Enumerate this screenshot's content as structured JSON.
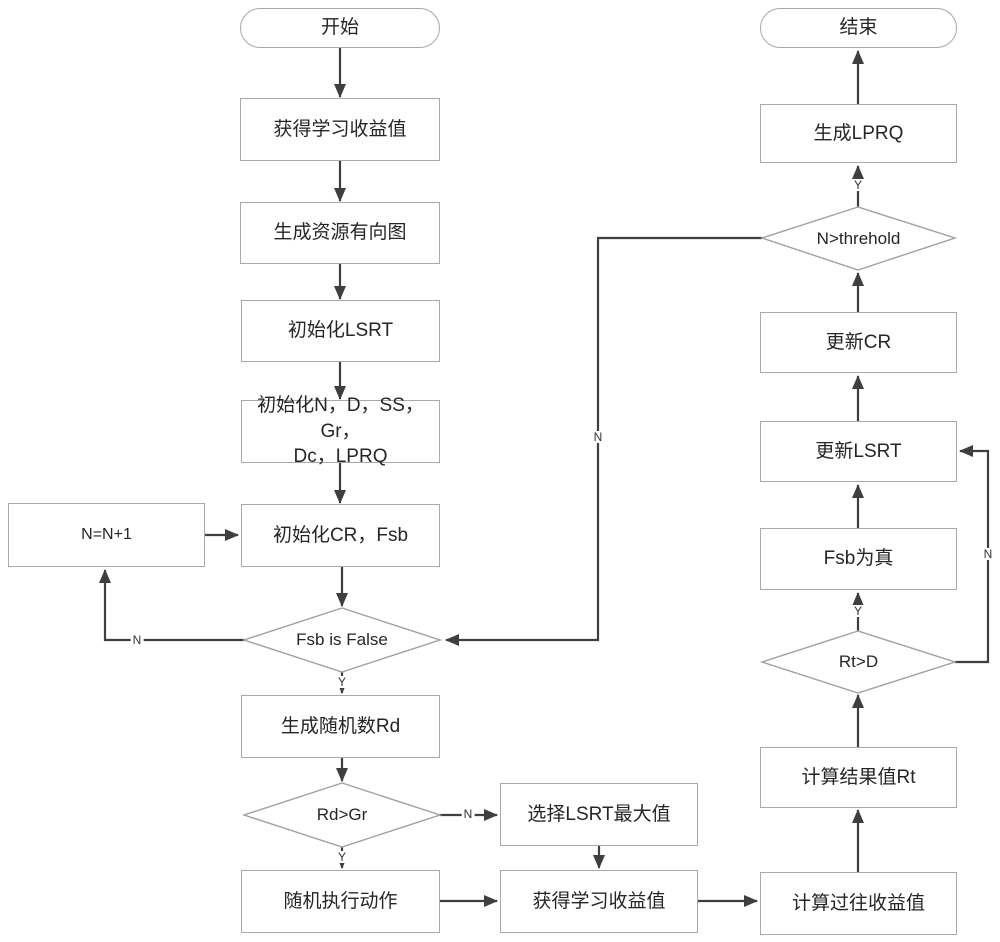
{
  "colors": {
    "background": "#ffffff",
    "box_border": "#a9a9a9",
    "box_fill": "#ffffff",
    "arrow": "#3f3f3f",
    "text": "#262626"
  },
  "nodes": {
    "start": {
      "label": "开始"
    },
    "obtain_gain_1": {
      "label": "获得学习收益值"
    },
    "gen_resource_graph": {
      "label": "生成资源有向图"
    },
    "init_lsrt": {
      "label": "初始化LSRT"
    },
    "init_vars": {
      "label_line1": "初始化N，D，SS，Gr，",
      "label_line2": "Dc，LPRQ"
    },
    "init_cr_fsb": {
      "label": "初始化CR，Fsb"
    },
    "n_incr": {
      "label": "N=N+1"
    },
    "fsb_is_false": {
      "label": "Fsb is False"
    },
    "gen_random_rd": {
      "label": "生成随机数Rd"
    },
    "rd_gt_gr": {
      "label": "Rd>Gr"
    },
    "random_action": {
      "label": "随机执行动作"
    },
    "select_lsrt_max": {
      "label": "选择LSRT最大值"
    },
    "obtain_gain_2": {
      "label": "获得学习收益值"
    },
    "calc_past_gain": {
      "label": "计算过往收益值"
    },
    "calc_result_rt": {
      "label": "计算结果值Rt"
    },
    "rt_gt_d": {
      "label": "Rt>D"
    },
    "fsb_true": {
      "label": "Fsb为真"
    },
    "update_lsrt": {
      "label": "更新LSRT"
    },
    "update_cr": {
      "label": "更新CR"
    },
    "n_gt_threshold": {
      "label": "N>threhold"
    },
    "gen_lprq": {
      "label": "生成LPRQ"
    },
    "end": {
      "label": "结束"
    }
  },
  "edge_labels": {
    "fsb_false_no": "N",
    "fsb_false_yes": "Y",
    "rd_gr_no": "N",
    "rd_gr_yes": "Y",
    "rt_d_yes": "Y",
    "rt_d_no": "N",
    "n_threshold_yes": "Y",
    "n_threshold_no": "N"
  }
}
